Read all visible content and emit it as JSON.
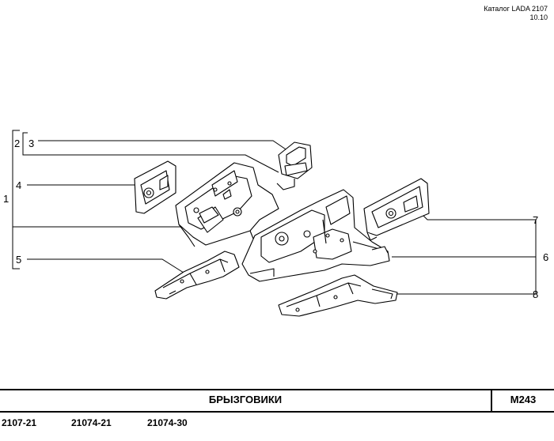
{
  "header": {
    "catalog": "Каталог LADA 2107",
    "date": "10.10"
  },
  "callouts": [
    "1",
    "2",
    "3",
    "4",
    "5",
    "6",
    "7",
    "8"
  ],
  "footer": {
    "title": "БРЫЗГОВИКИ",
    "code": "M243",
    "models": [
      "2107-21",
      "21074-21",
      "21074-30"
    ]
  }
}
